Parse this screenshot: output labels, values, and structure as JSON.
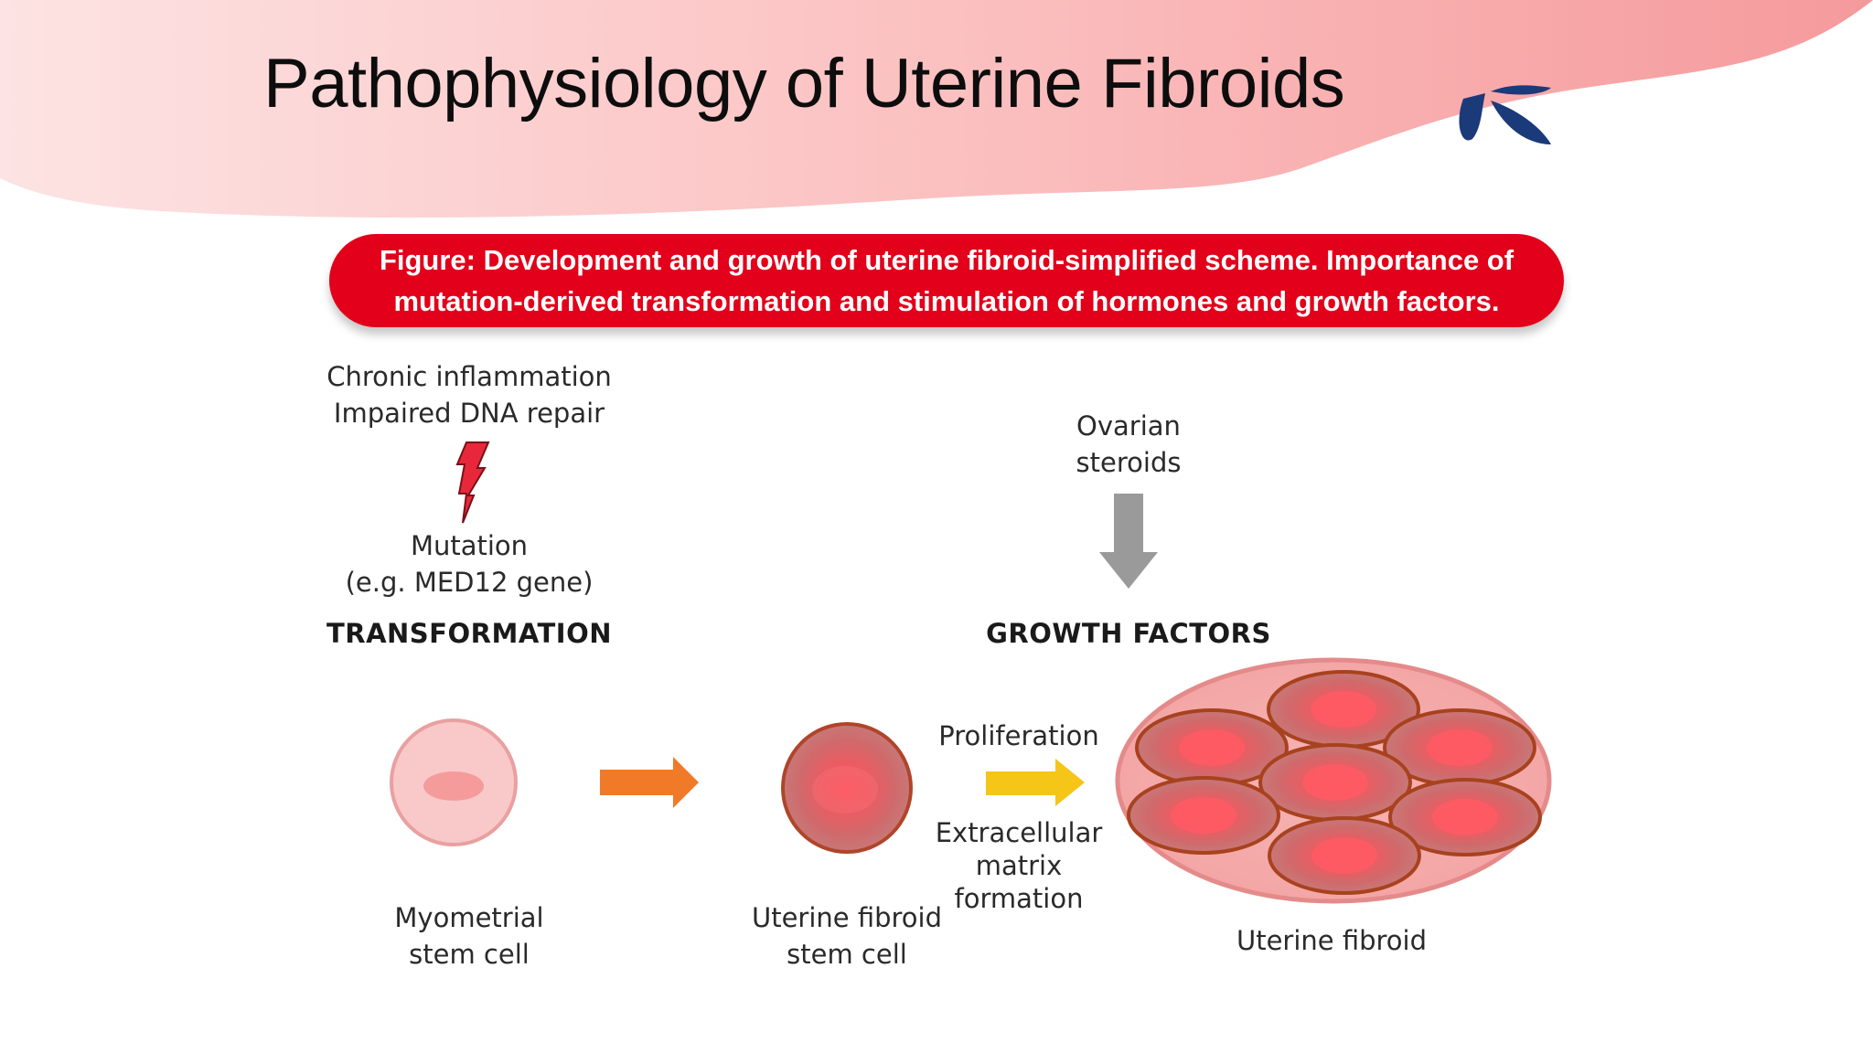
{
  "slide": {
    "title": "Pathophysiology of Uterine Fibroids"
  },
  "caption": {
    "line1": "Figure: Development and growth of uterine fibroid-simplified scheme. Importance of",
    "line2": "mutation-derived transformation and stimulation of hormones and growth factors."
  },
  "diagram": {
    "causes": {
      "line1": "Chronic inflammation",
      "line2": "Impaired DNA repair"
    },
    "mutation": {
      "line1": "Mutation",
      "line2": "(e.g. MED12 gene)"
    },
    "transformation_heading": "TRANSFORMATION",
    "ovarian": {
      "line1": "Ovarian",
      "line2": "steroids"
    },
    "growth_factors_heading": "GROWTH FACTORS",
    "proliferation": "Proliferation",
    "ecm": {
      "line1": "Extracellular",
      "line2": "matrix",
      "line3": "formation"
    },
    "myometrial": {
      "line1": "Myometrial",
      "line2": "stem cell"
    },
    "fibroid_stem": {
      "line1": "Uterine fibroid",
      "line2": "stem cell"
    },
    "fibroid": "Uterine fibroid"
  },
  "colors": {
    "banner": "#e2001a",
    "lightning": "#e8283a",
    "orange_arrow": "#f07a28",
    "yellow_arrow": "#f5c518",
    "gray_arrow": "#9a9a9a",
    "cell_outline": "#b0452a",
    "logo": "#1b3a7a"
  }
}
